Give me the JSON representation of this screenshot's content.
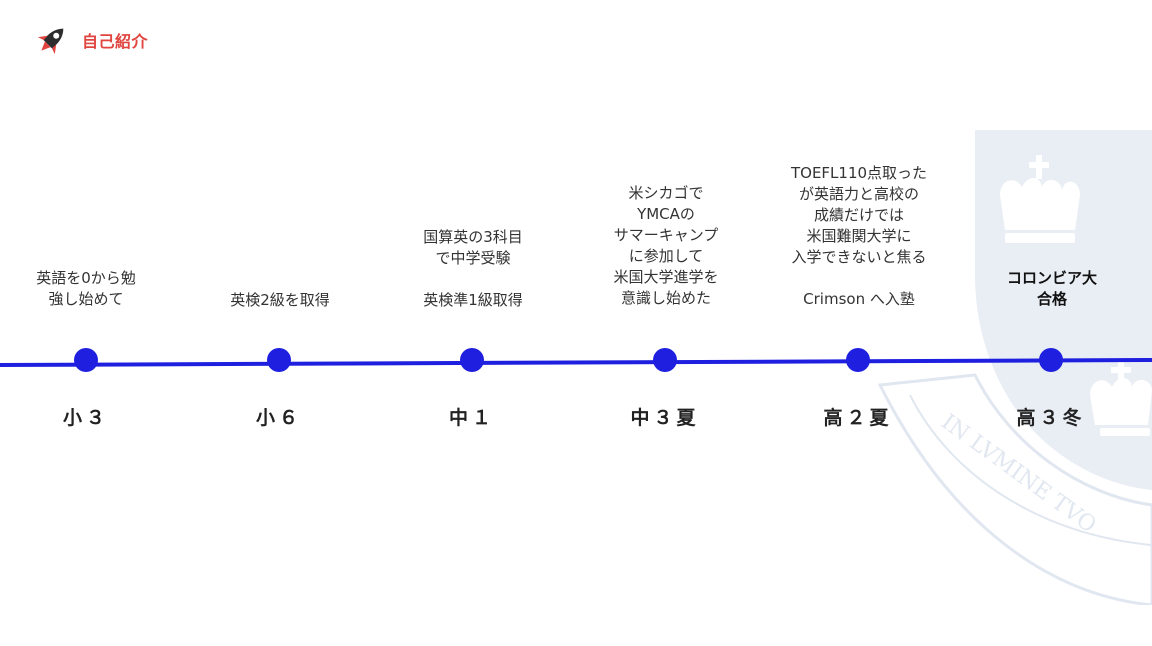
{
  "header": {
    "title": "自己紹介",
    "icon": "rocket-icon",
    "accent": "#e0453f"
  },
  "timeline": {
    "line_color": "#1f1fe0",
    "items": [
      {
        "label": "小３",
        "desc": "英語を0から勉\n強し始めて"
      },
      {
        "label": "小６",
        "desc": "英検2級を取得"
      },
      {
        "label": "中１",
        "desc": "国算英の3科目\nで中学受験\n\n英検準1級取得"
      },
      {
        "label": "中３夏",
        "desc": "米シカゴで\nYMCAの\nサマーキャンプ\nに参加して\n米国大学進学を\n意識し始めた"
      },
      {
        "label": "高２夏",
        "desc": "TOEFL110点取った\nが英語力と高校の\n成績だけでは\n米国難関大学に\n入学できないと焦る\n\nCrimson へ入塾"
      },
      {
        "label": "高３冬",
        "desc": "コロンビア大\n合格"
      }
    ]
  },
  "crest": {
    "motto": "IN LVMINE TVO"
  }
}
